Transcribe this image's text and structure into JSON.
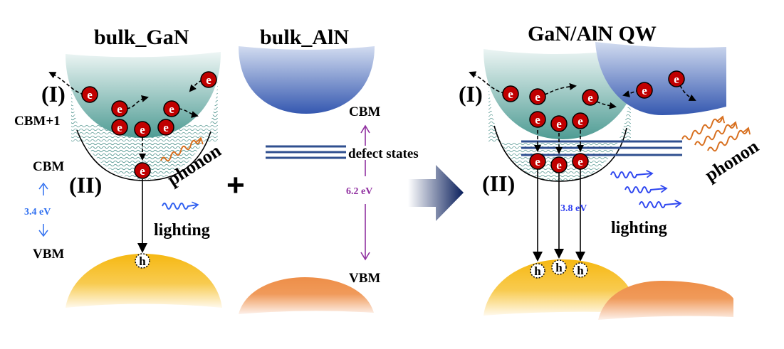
{
  "panels": {
    "gan": {
      "title": "bulk_GaN",
      "region_I": "(I)",
      "region_II": "(II)",
      "cbm_plus1": "CBM+1",
      "cbm": "CBM",
      "vbm": "VBM",
      "gap": "3.4 eV",
      "phonon": "phonon",
      "lighting": "lighting",
      "electron": "e",
      "hole": "h"
    },
    "aln": {
      "title": "bulk_AlN",
      "cbm": "CBM",
      "vbm": "VBM",
      "gap": "6.2 eV",
      "defect": "defect states"
    },
    "qw": {
      "title": "GaN/AlN QW",
      "region_I": "(I)",
      "region_II": "(II)",
      "gap": "3.8 eV",
      "phonon": "phonon",
      "lighting": "lighting",
      "electron": "e",
      "hole": "h"
    }
  },
  "operators": {
    "plus": "+"
  },
  "colors": {
    "gan_cb": "#5fa8a0",
    "aln_cb": "#3a5fb8",
    "gan_vb": "#f8c020",
    "aln_vb": "#f09048",
    "electron": "#c00000",
    "phonon": "#d87020",
    "light": "#3050f0",
    "gap_gan": "#3070f0",
    "gap_aln": "#9030a0",
    "defect": "#2f4f8f",
    "arrow": "#0a2060"
  }
}
